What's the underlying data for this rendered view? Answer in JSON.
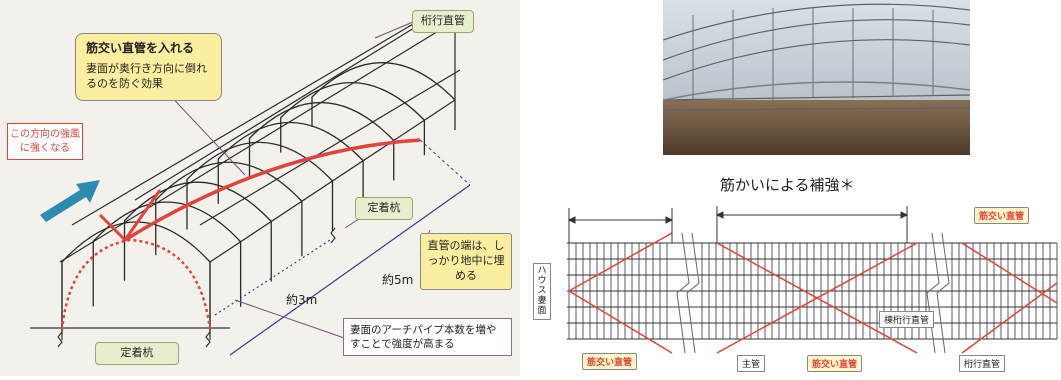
{
  "left": {
    "callout_brace_title": "筋交い直管を入れる",
    "callout_brace_body": "妻面が奥行き方向に倒れるのを防ぐ効果",
    "purlin_label": "桁行直管",
    "wind_text": "この方向の強風に強くなる",
    "stake_label_upper": "定着杭",
    "stake_label_lower": "定着杭",
    "pipe_end_text": "直管の端は、しっかり地中に埋める",
    "dim_5m": "約5m",
    "dim_3m": "約3m",
    "gable_text": "妻面のアーチパイプ本数を増やすことで強度が高まる"
  },
  "caption": "筋かいによる補強＊",
  "plan": {
    "house_gable": "ハウス妻面",
    "brace_top_right": "筋交い直管",
    "brace_bottom_left": "筋交い直管",
    "brace_bottom_mid": "筋交い直管",
    "main_pipe": "主管",
    "ridge_purlin": "棟桁行直管",
    "purlin": "桁行直管"
  },
  "colors": {
    "brace_red": "#e0443c",
    "callout_yellow": "#fbeea0",
    "wind_arrow": "#2c8bb0"
  }
}
